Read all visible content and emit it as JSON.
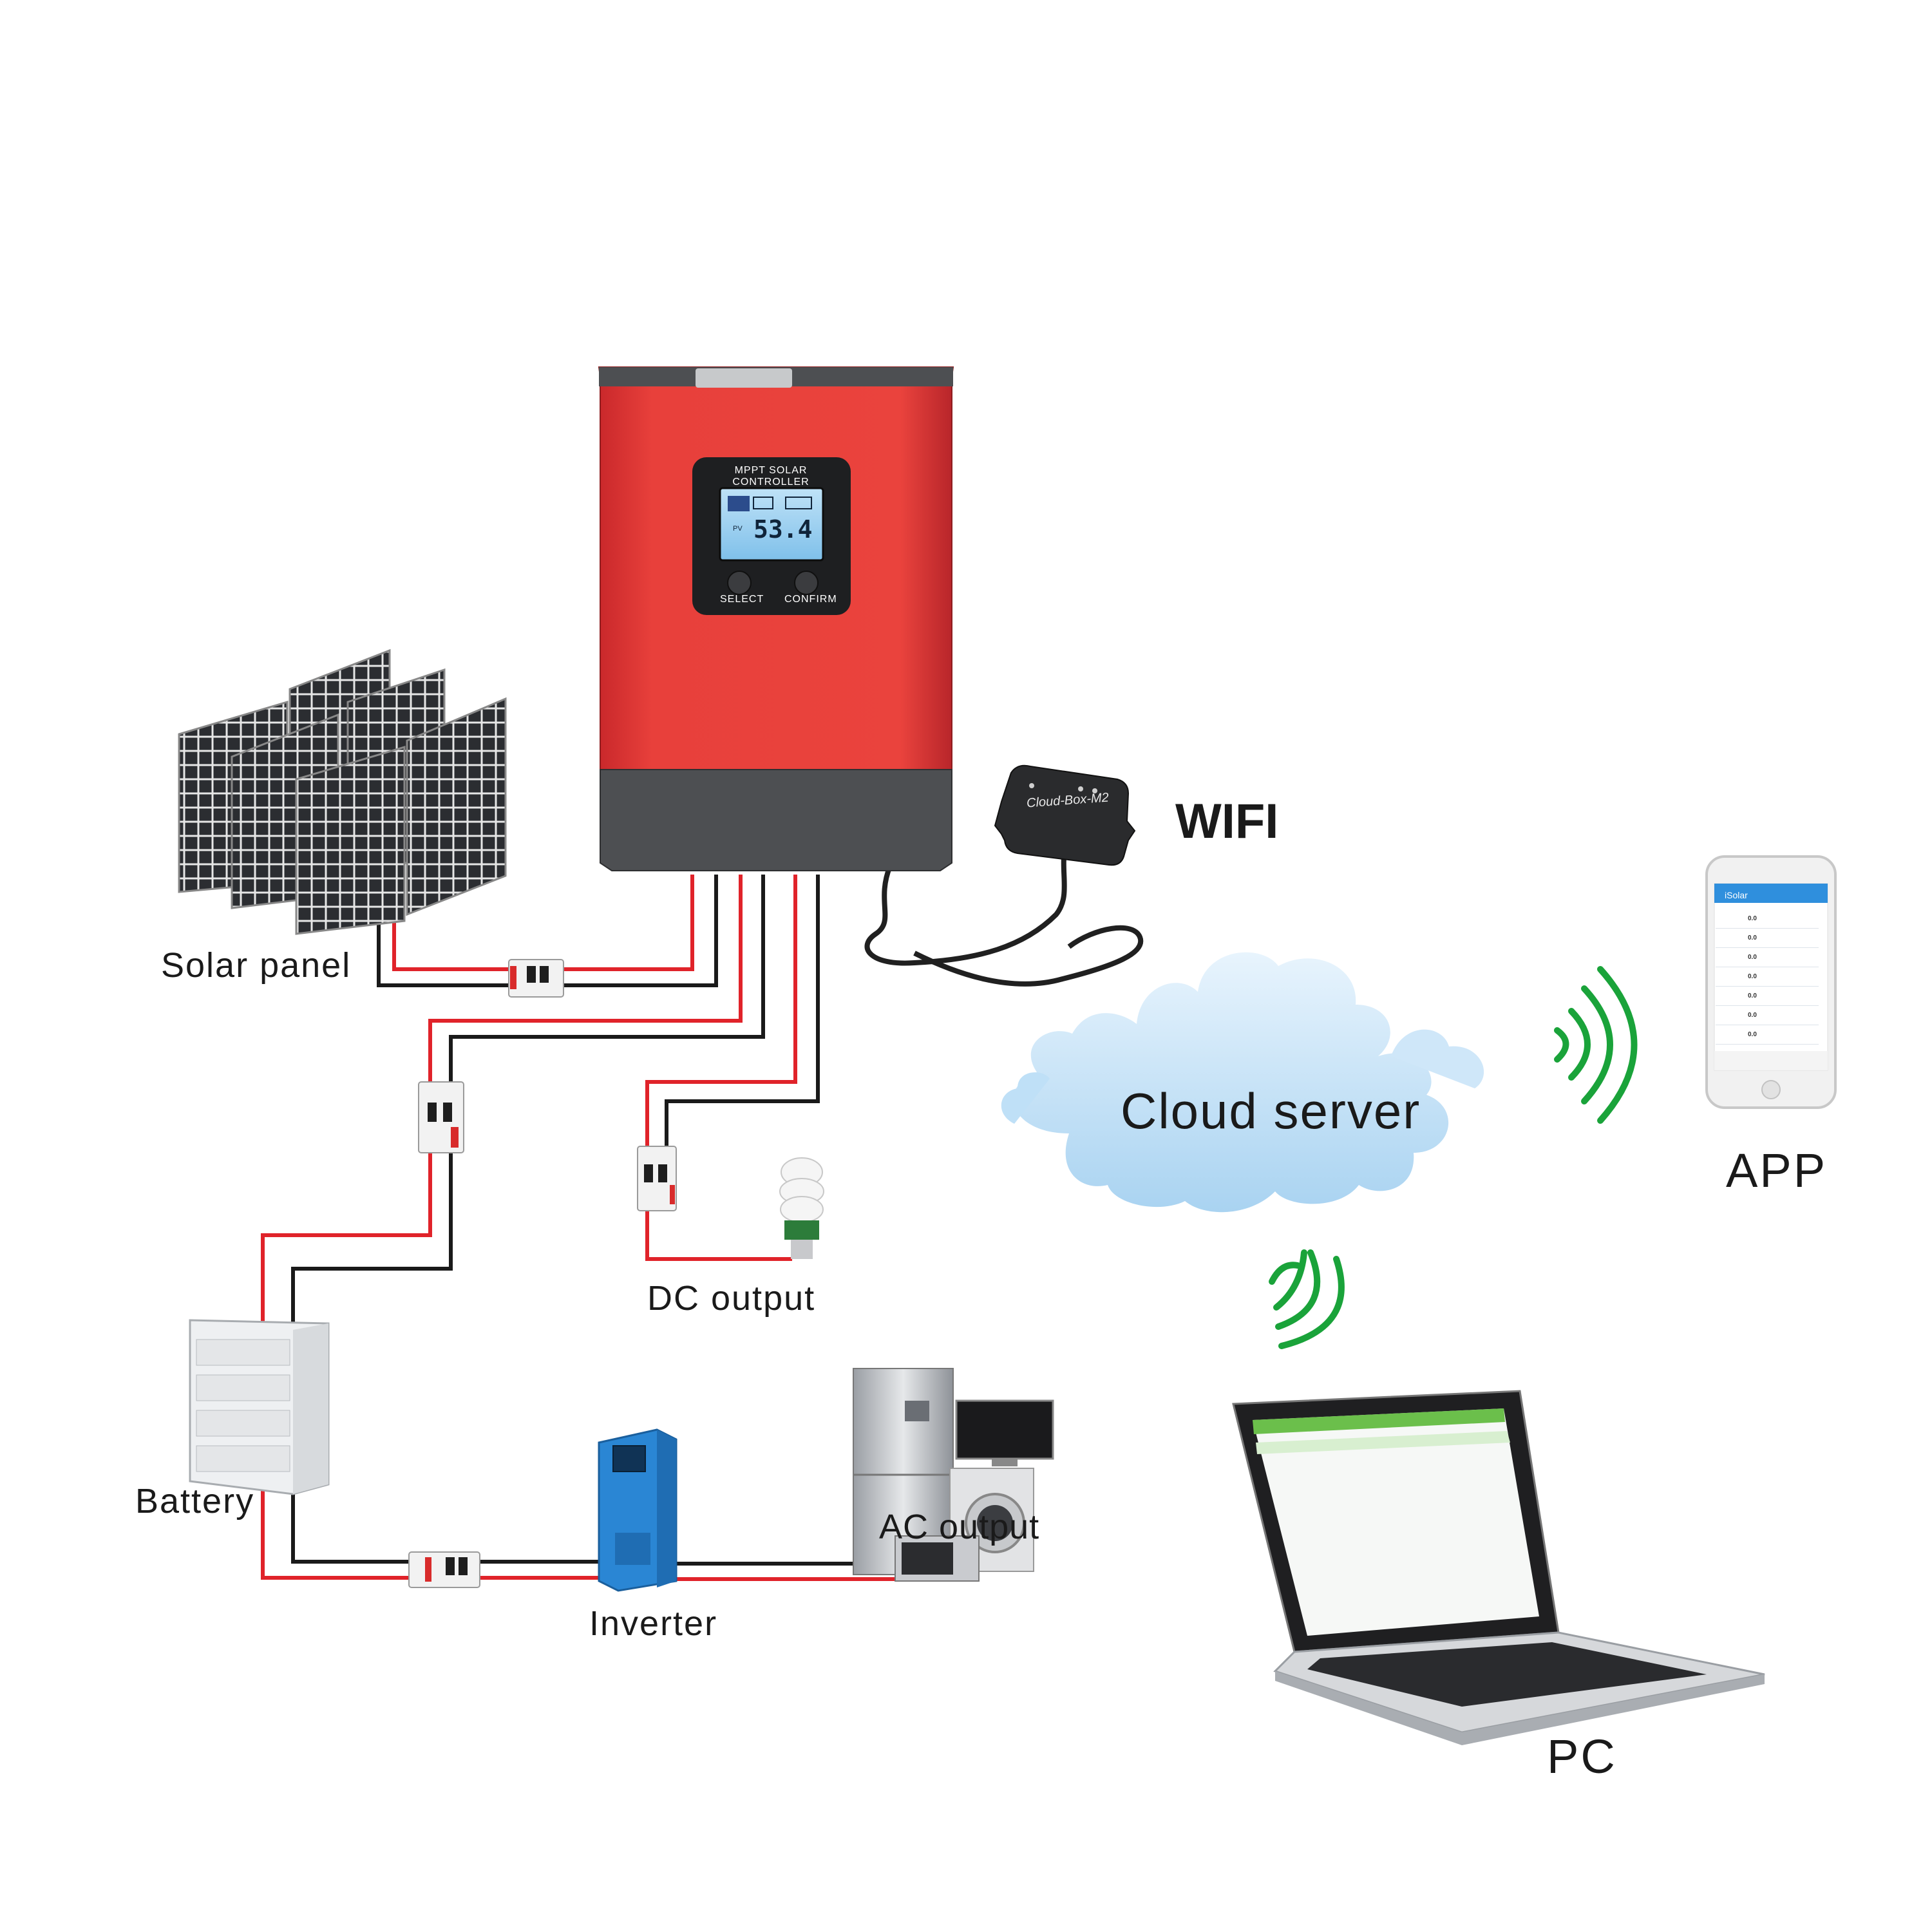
{
  "labels": {
    "solar_panel": "Solar panel",
    "battery": "Battery",
    "dc_output": "DC output",
    "inverter": "Inverter",
    "ac_output": "AC output",
    "wifi": "WIFI",
    "cloud_server": "Cloud server",
    "app": "APP",
    "pc": "PC"
  },
  "controller": {
    "title": "MPPT SOLAR CONTROLLER",
    "lcd_value": "53.4",
    "lcd_label": "PV",
    "button_select": "SELECT",
    "button_confirm": "CONFIRM"
  },
  "wifi_module": {
    "name": "Cloud-Box-M2"
  },
  "phone_app": {
    "title": "iSolar",
    "rows": [
      {
        "value": "0.0"
      },
      {
        "value": "0.0"
      },
      {
        "value": "0.0"
      },
      {
        "value": "0.0"
      },
      {
        "value": "0.0"
      },
      {
        "value": "0.0"
      },
      {
        "value": "0.0"
      }
    ]
  },
  "colors": {
    "controller_red": "#e53a35",
    "controller_gray": "#4d4f52",
    "wire_red": "#e0232a",
    "wire_black": "#1a1a1a",
    "signal_green": "#1aa33a",
    "cloud_blue": "#bfe0f7",
    "inverter_blue": "#2a86d4"
  }
}
